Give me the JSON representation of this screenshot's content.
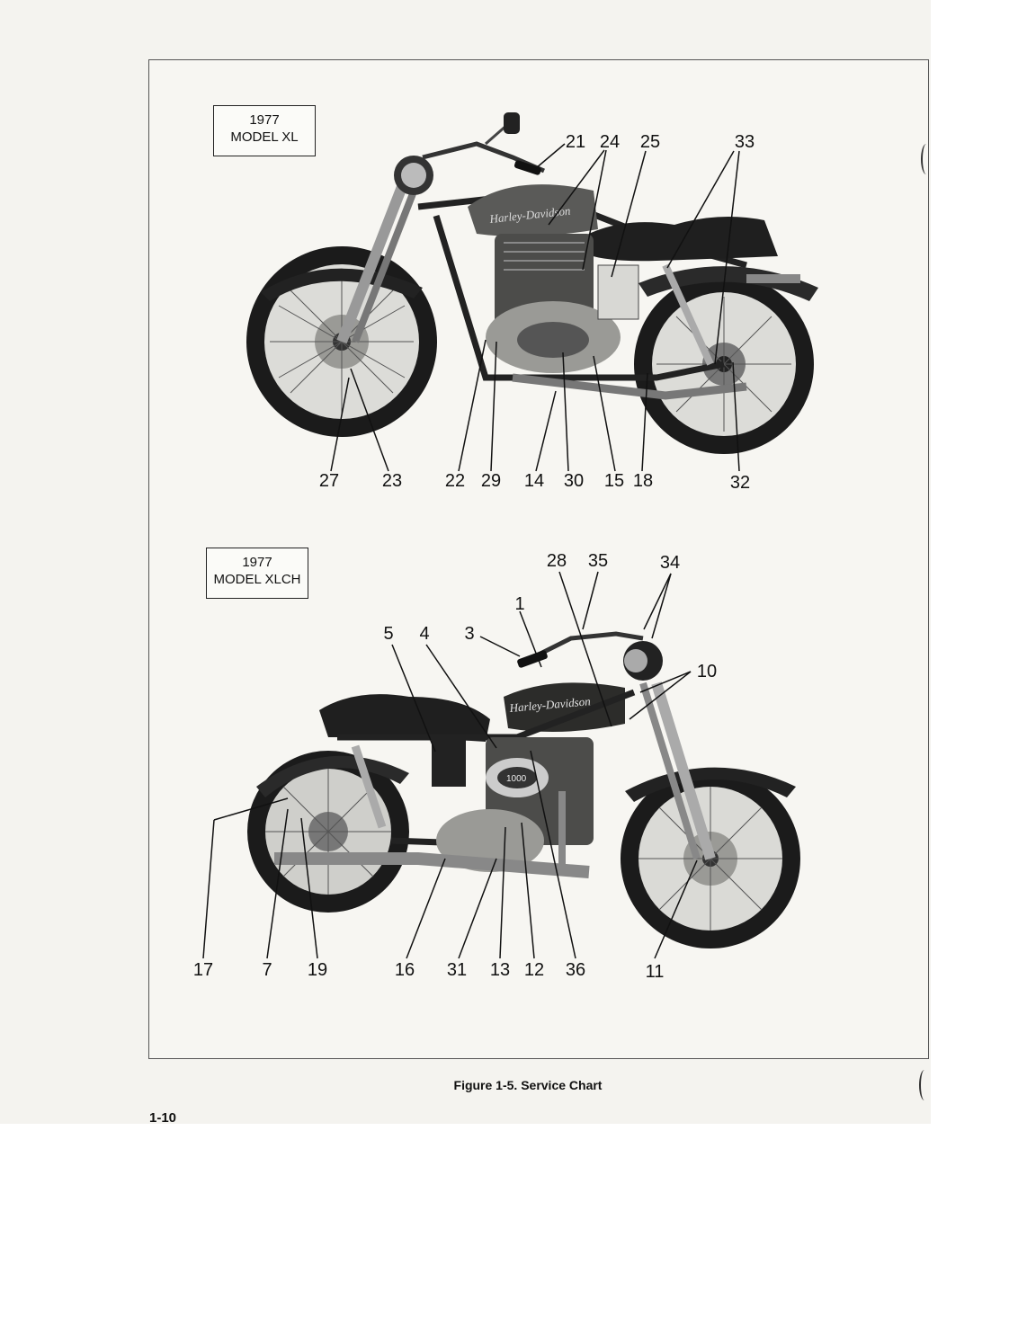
{
  "figure": {
    "caption": "Figure 1-5. Service Chart",
    "page_number": "1-10"
  },
  "xl": {
    "year": "1977",
    "model": "MODEL XL",
    "callouts_top": [
      "21",
      "24",
      "25",
      "33"
    ],
    "callouts_bottom": [
      "27",
      "23",
      "22",
      "29",
      "14",
      "30",
      "15",
      "18",
      "32"
    ]
  },
  "xlch": {
    "year": "1977",
    "model": "MODEL XLCH",
    "callouts_top": [
      "28",
      "35",
      "34",
      "1",
      "5",
      "4",
      "3",
      "10"
    ],
    "callouts_bottom": [
      "17",
      "7",
      "19",
      "16",
      "31",
      "13",
      "12",
      "36",
      "11"
    ]
  }
}
